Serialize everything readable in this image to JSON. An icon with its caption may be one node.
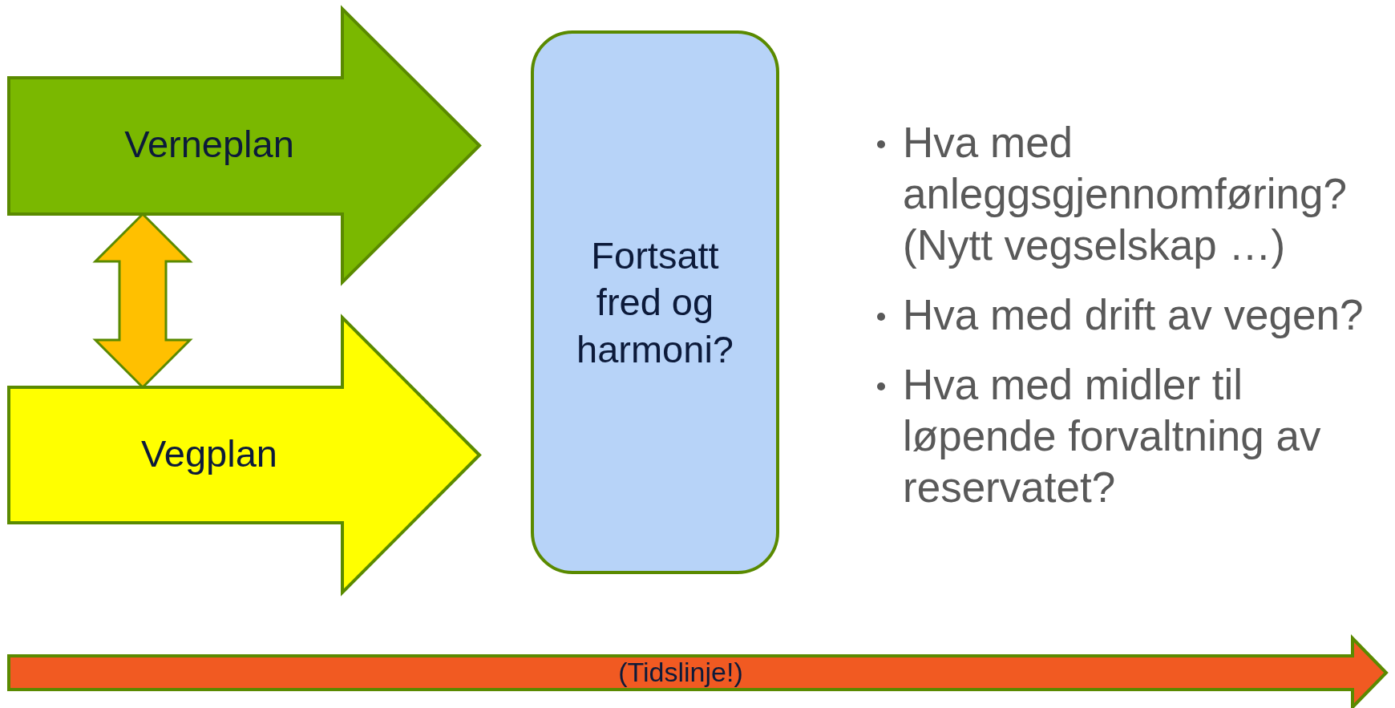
{
  "diagram": {
    "nodes": [
      {
        "text": [
          "Verneplan"
        ]
      },
      {
        "text": [
          "Vegplan"
        ]
      },
      {
        "text": [
          "Fortsatt fred og harmoni?"
        ]
      },
      {
        "text": [
          "(Tidslinje!)"
        ]
      }
    ],
    "edges": [
      {
        "from": 0,
        "to": 1,
        "arrow": "both",
        "style": "thick",
        "color": "#ffc000"
      }
    ],
    "labels": [
      "Hva med anleggsgjennomføring? (Nytt vegselskap …)",
      "Hva med drift av vegen?",
      "Hva med midler til løpende forvaltning av reservatet?"
    ]
  }
}
